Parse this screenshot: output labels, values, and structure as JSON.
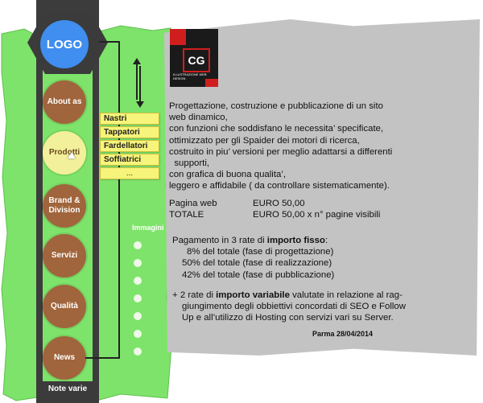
{
  "logo": {
    "label": "LOGO"
  },
  "nav": {
    "items": [
      {
        "label": "About as"
      },
      {
        "label": "Prodotti"
      },
      {
        "label": "Brand &\nDivision"
      },
      {
        "label": "Servizi"
      },
      {
        "label": "Qualità"
      },
      {
        "label": "News"
      }
    ],
    "footer": "Note varie"
  },
  "submenu": {
    "items": [
      "Nastri",
      "Tappatori",
      "Fardellatori",
      "Soffiatrici",
      "..."
    ]
  },
  "backgrounds": {
    "title": "Immagini sfondo"
  },
  "brand": {
    "mark": "CG",
    "tagline": "ILLUSTRAZIONE WEB DESIGN"
  },
  "content": {
    "description": [
      "Progettazione, costruzione e pubblicazione di un sito",
      "web dinamico,",
      "con funzioni che soddisfano le necessita’ specificate,",
      "ottimizzato per gli Spaider dei motori di ricerca,",
      "costruito in piu’ versioni per meglio adattarsi a differenti",
      "  supporti,",
      "con grafica di buona qualita’,",
      "leggero e affidabile ( da controllare sistematicamente)."
    ],
    "prices": [
      {
        "label": "Pagina web",
        "value": "EURO 50,00"
      },
      {
        "label": "TOTALE",
        "value": "EURO 50,00 x n° pagine visibili"
      }
    ],
    "payment_intro": "Pagamento in 3 rate di ",
    "payment_bold": "importo fisso",
    "payment_suffix": ":",
    "installments": [
      "8% del totale (fase di progettazione)",
      "50% del totale (fase di realizzazione)",
      "42% del totale (fase di pubblicazione)"
    ],
    "variable_intro": "+ 2 rate di ",
    "variable_bold": "importo variabile",
    "variable_rest_1": " valutate in relazione al rag-",
    "variable_rest_2": "giungimento degli obbiettivi concordati di SEO e Follow",
    "variable_rest_3": "Up e all’utilizzo di Hosting con servizi vari su Server.",
    "date": "Parma 28/04/2014"
  },
  "colors": {
    "green": "#7ee36a",
    "brown": "#a0653c",
    "blue": "#3f8ef0",
    "grey": "#c3c3c3",
    "yellow": "#f6f47a"
  }
}
